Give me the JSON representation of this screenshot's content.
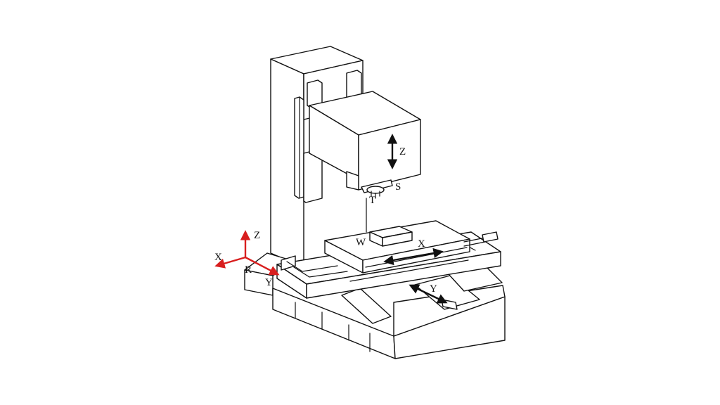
{
  "colors": {
    "background": "#ffffff",
    "line": "#111111",
    "reference_axes": "#d81e1e"
  },
  "labels": {
    "spindle_z": "Z",
    "spindle": "S",
    "tool": "T",
    "workpiece": "W",
    "table_x": "X",
    "saddle_y": "Y",
    "ref_z": "Z",
    "ref_x": "X",
    "ref_y": "Y",
    "ref_origin": "R"
  }
}
